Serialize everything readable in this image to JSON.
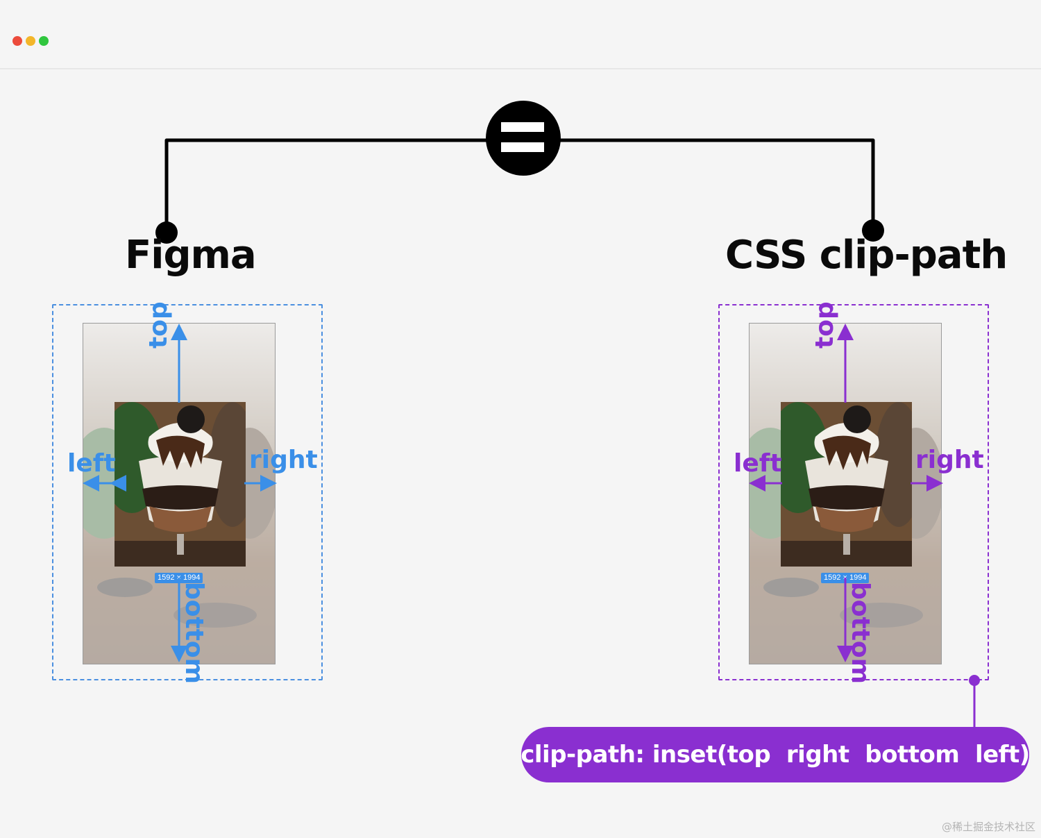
{
  "window": {
    "controls": [
      "close",
      "minimize",
      "maximize"
    ]
  },
  "diagram": {
    "connector_symbol": "equals-icon",
    "left": {
      "title": "Figma",
      "accent": "#3a8fe8",
      "labels": {
        "top": "top",
        "right": "right",
        "bottom": "bottom",
        "left": "left"
      },
      "size_badge": "1592 × 1994"
    },
    "right": {
      "title": "CSS clip-path",
      "accent": "#8a2fd0",
      "labels": {
        "top": "top",
        "right": "right",
        "bottom": "bottom",
        "left": "left"
      },
      "size_badge": "1592 × 1994"
    },
    "code": "clip-path: inset(top  right  bottom  left)"
  },
  "colors": {
    "blue": "#3a8fe8",
    "purple": "#8a2fd0",
    "black": "#000000",
    "background": "#f5f5f5"
  },
  "watermark": "@稀土掘金技术社区"
}
